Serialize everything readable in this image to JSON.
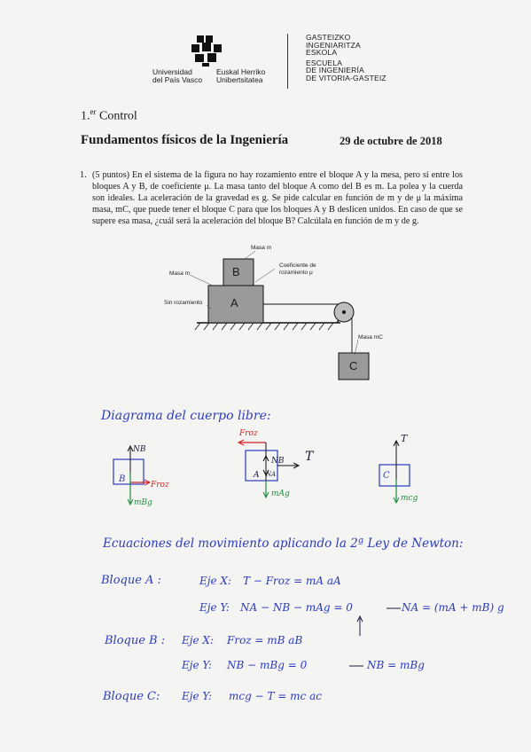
{
  "header": {
    "university_es": [
      "Universidad",
      "del País Vasco"
    ],
    "university_eu": [
      "Euskal Herriko",
      "Unibertsitatea"
    ],
    "school_eu": [
      "GASTEIZKO",
      "INGENIARITZA",
      "ESKOLA"
    ],
    "school_es": [
      "ESCUELA",
      "DE INGENIERÍA",
      "DE VITORIA-GASTEIZ"
    ]
  },
  "exam": {
    "control": "1.",
    "control_sup": "er",
    "control_word": " Control",
    "course": "Fundamentos físicos de la Ingeniería",
    "date": "29 de octubre de 2018"
  },
  "problem": {
    "number": "1.",
    "text": "(5 puntos) En el sistema de la figura no hay rozamiento entre el bloque A y la mesa, pero sí entre los bloques A y B, de coeficiente μ. La masa tanto del bloque A como del B es m. La polea y la cuerda son ideales. La aceleración de la gravedad es g. Se pide calcular en función de m y de μ la máxima masa, mC, que puede tener el bloque C para que los bloques A y B deslicen unidos. En caso de que se supere esa masa, ¿cuál será la aceleración del bloque B? Calcúlala en función de m y de g."
  },
  "figure": {
    "label_mass_m_top": "Masa m",
    "label_mass_m_left": "Masa m",
    "label_friction": [
      "Coeficiente de",
      "rozamiento μ"
    ],
    "label_no_friction": "Sin rozamiento",
    "label_mass_mc": "Masa mC",
    "block_a": "A",
    "block_b": "B",
    "block_c": "C"
  },
  "handwritten": {
    "fbd_title": "Diagrama del cuerpo libre:",
    "fbd_b": {
      "block": "B",
      "normal": "NB",
      "weight": "mBg",
      "friction": "Froz"
    },
    "fbd_a": {
      "block": "A",
      "normal": "NA",
      "normal_b": "NB",
      "weight": "mAg",
      "friction": "Froz",
      "tension": "T"
    },
    "fbd_c": {
      "block": "C",
      "tension": "T",
      "weight": "mcg"
    },
    "eq_title": "Ecuaciones del movimiento aplicando la 2ª Ley de Newton:",
    "block_a": {
      "label": "Bloque A :",
      "x_label": "Eje X:",
      "x_eq": "T − Froz = mA aA",
      "y_label": "Eje Y:",
      "y_eq": "NA − NB − mAg = 0",
      "y_result": "NA = (mA + mB) g"
    },
    "block_b": {
      "label": "Bloque B :",
      "x_label": "Eje X:",
      "x_eq": "Froz = mB aB",
      "y_label": "Eje Y:",
      "y_eq": "NB − mBg = 0",
      "y_result": "NB = mBg"
    },
    "block_c": {
      "label": "Bloque C:",
      "y_label": "Eje Y:",
      "y_eq": "mcg − T = mc ac"
    }
  }
}
